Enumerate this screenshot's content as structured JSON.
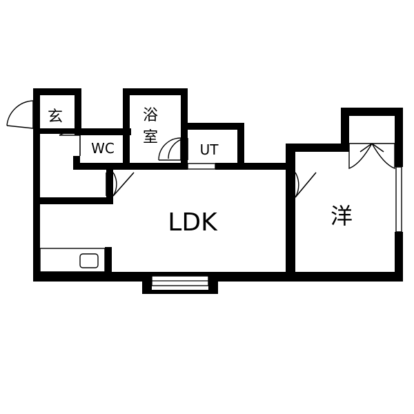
{
  "rooms": {
    "entrance": "玄",
    "wc": "WC",
    "bath_line1": "浴",
    "bath_line2": "室",
    "utility": "UT",
    "ldk": "LDK",
    "western": "洋"
  },
  "colors": {
    "wall": "#000000",
    "background": "#ffffff"
  }
}
